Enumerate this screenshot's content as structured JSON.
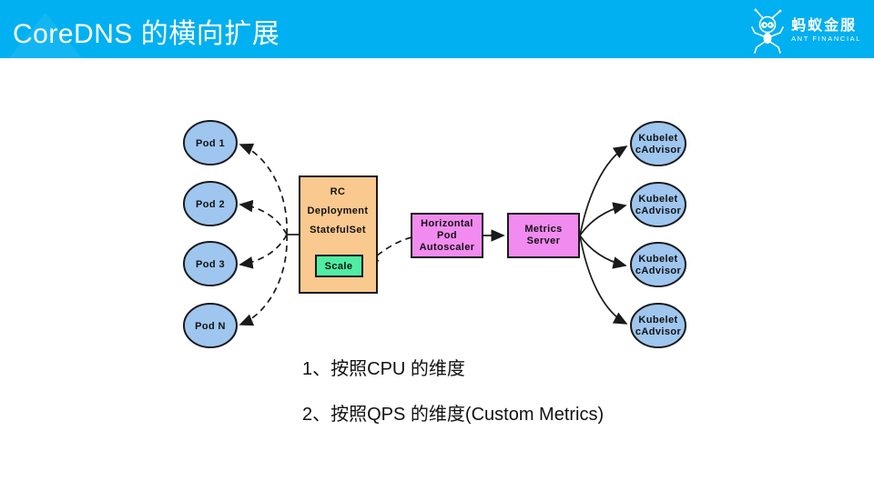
{
  "slide": {
    "title": "CoreDNS 的横向扩展",
    "logo": {
      "name": "蚂蚁金服",
      "subtitle": "ANT FINANCIAL"
    },
    "colors": {
      "header": "#00B0F0",
      "node_fill": "#9EC6EF",
      "controller_fill": "#F9C98F",
      "pink_fill": "#F18BF0",
      "green_fill": "#4FEDA3",
      "stroke": "#1A1A1A",
      "title_text": "#FFFFFF"
    }
  },
  "diagram": {
    "pods": [
      {
        "label": "Pod 1"
      },
      {
        "label": "Pod 2"
      },
      {
        "label": "Pod 3"
      },
      {
        "label": "Pod N"
      }
    ],
    "controller": {
      "lines": [
        "RC",
        "Deployment",
        "StatefulSet"
      ],
      "scale_label": "Scale"
    },
    "hpa": {
      "lines": [
        "Horizontal",
        "Pod",
        "Autoscaler"
      ]
    },
    "metrics": {
      "lines": [
        "Metrics",
        "Server"
      ]
    },
    "kubelets": [
      {
        "lines": [
          "Kubelet",
          "cAdvisor"
        ]
      },
      {
        "lines": [
          "Kubelet",
          "cAdvisor"
        ]
      },
      {
        "lines": [
          "Kubelet",
          "cAdvisor"
        ]
      },
      {
        "lines": [
          "Kubelet",
          "cAdvisor"
        ]
      }
    ]
  },
  "notes": [
    {
      "text": "1、按照CPU 的维度"
    },
    {
      "text": "2、按照QPS 的维度(Custom Metrics)"
    }
  ]
}
